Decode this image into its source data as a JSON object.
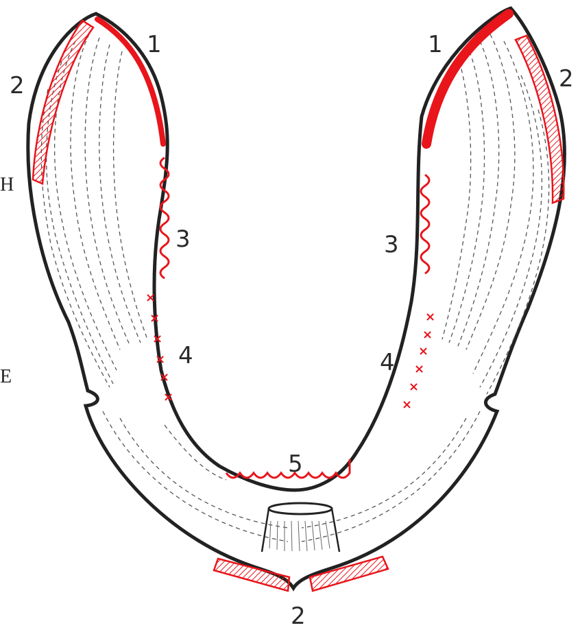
{
  "labels": {
    "left_1": "1",
    "left_2": "2",
    "left_3": "3",
    "left_4": "4",
    "right_1": "1",
    "right_2": "2",
    "right_3": "3",
    "right_4": "4",
    "center_5": "5",
    "bottom_2": "2"
  },
  "edge_text": {
    "top": "Н",
    "bottom": "Е"
  },
  "colors": {
    "outline": "#222222",
    "zone": "#e8151b",
    "hatch": "#555555"
  }
}
